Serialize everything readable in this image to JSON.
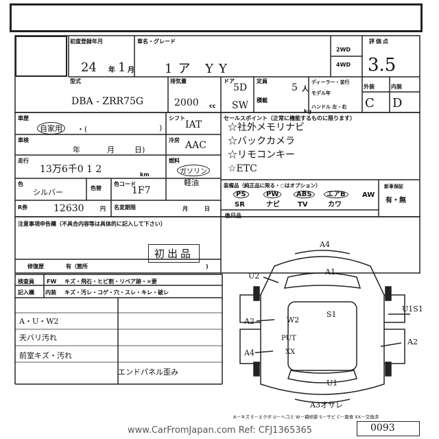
{
  "first_registration": {
    "label": "初度登録年月",
    "year": "24",
    "month": "1"
  },
  "model_grade": {
    "label": "車名・グレード",
    "value": "1ア   YY"
  },
  "drive": {
    "two": "2WD",
    "four": "4WD"
  },
  "score": {
    "label": "評価点",
    "value": "3.5"
  },
  "model_code": {
    "label": "型式",
    "value": "DBA - ZRR75G"
  },
  "displacement": {
    "label": "排気量",
    "value": "2000",
    "unit": "cc"
  },
  "doors": {
    "label": "ドア",
    "value": "5D"
  },
  "capacity": {
    "label": "定員",
    "value": "5",
    "unit": "人"
  },
  "dealer": {
    "label": "ディーラー・並行"
  },
  "model_year": {
    "label": "モデル年",
    "handle": "ハンドル 左・右"
  },
  "load": {
    "label": "積載",
    "body": "SW",
    "unit": "kg"
  },
  "exterior_interior": {
    "exterior_label": "外装",
    "interior_label": "内装",
    "exterior": "C",
    "interior": "D"
  },
  "history": {
    "label": "車歴",
    "value": "自家用",
    "rest": "・(",
    "close": ")"
  },
  "shift": {
    "label": "シフト",
    "value": "IAT"
  },
  "inspection": {
    "label": "車検",
    "year": "年",
    "month": "月",
    "day": "日)"
  },
  "aircon": {
    "label": "冷房",
    "value": "AAC"
  },
  "mileage": {
    "label": "走行",
    "value": "13万6千0 1 2",
    "unit": "km"
  },
  "fuel": {
    "label": "燃料",
    "gasoline": "ガソリン",
    "diesel": "軽油"
  },
  "color": {
    "label": "色",
    "value": "シルバー",
    "change_label": "色替",
    "code_label": "色コード",
    "code": "1F7"
  },
  "sales_points": {
    "label": "セールスポイント（正常に機能するものに限ります）",
    "items": [
      "☆社外メモリナビ",
      "☆バックカメラ",
      "☆リモコンキー",
      "☆ETC"
    ]
  },
  "equipment": {
    "label": "装備品（純正品に限る・○はオプション）",
    "row1": [
      "PS",
      "PW",
      "ABS",
      "エアB",
      "AW"
    ],
    "row2": [
      "SR",
      "ナビ",
      "TV",
      "カワ"
    ]
  },
  "new_car_warranty": {
    "label": "新車保証",
    "value": "有・無"
  },
  "recycle": {
    "label": "R券",
    "value": "12630",
    "unit": "円"
  },
  "name_change_deadline": {
    "label": "名変期限",
    "month": "月",
    "day": "日"
  },
  "rear_seat": {
    "label": "後日品"
  },
  "notes": {
    "label": "注意事項申告欄（不具合内容等は具体的に記入して下さい）",
    "stamp": "初出品"
  },
  "repair_history": {
    "label": "修復歴",
    "value": "有（箇所",
    "close": ")"
  },
  "check": {
    "label": "検査員",
    "items": [
      "FW",
      "キズ・飛石・ヒビ割・リペア跡・×要"
    ]
  },
  "entry": {
    "label": "記入欄",
    "items": [
      "内装",
      "キズ・汚レ・コゲ・穴・スレ・キレ・破レ"
    ]
  },
  "inspector_notes": [
    "A・U・W2",
    "天バリ汚れ",
    "前室キズ・汚れ",
    "エンドパネル歪み"
  ],
  "damage_marks": [
    "A4",
    "A1",
    "U2",
    "A2",
    "W2",
    "S1",
    "U1S1",
    "A2",
    "A4",
    "PUT",
    "XX",
    "U1",
    "A3オサレ"
  ],
  "legend": "A－キズ  E－エクボ  U－ヘコミ  W－補修跡  S－サビ  C－腐食  XX－交換済",
  "footer": {
    "watermark": "www.CarFromJapan.com Ref: CFJ1365365",
    "number": "0093"
  }
}
